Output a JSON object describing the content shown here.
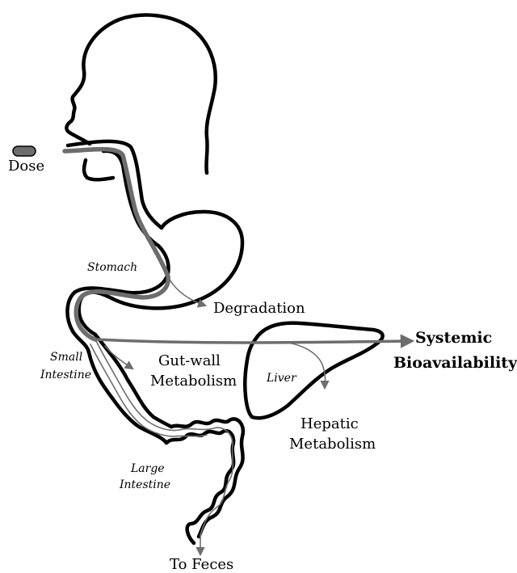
{
  "colors": {
    "outline": "#000000",
    "pathway": "#6d6d6d",
    "dose_pill": "#6d6d6d"
  },
  "labels": {
    "dose": "Dose",
    "stomach": "Stomach",
    "degradation": "Degradation",
    "small_intestine_line1": "Small",
    "small_intestine_line2": "Intestine",
    "gut_wall_line1": "Gut-wall",
    "gut_wall_line2": "Metabolism",
    "liver": "Liver",
    "systemic_line1": "Systemic",
    "systemic_line2": "Bioavailability",
    "hepatic_line1": "Hepatic",
    "hepatic_line2": "Metabolism",
    "large_intestine_line1": "Large",
    "large_intestine_line2": "Intestine",
    "feces": "To Feces"
  }
}
